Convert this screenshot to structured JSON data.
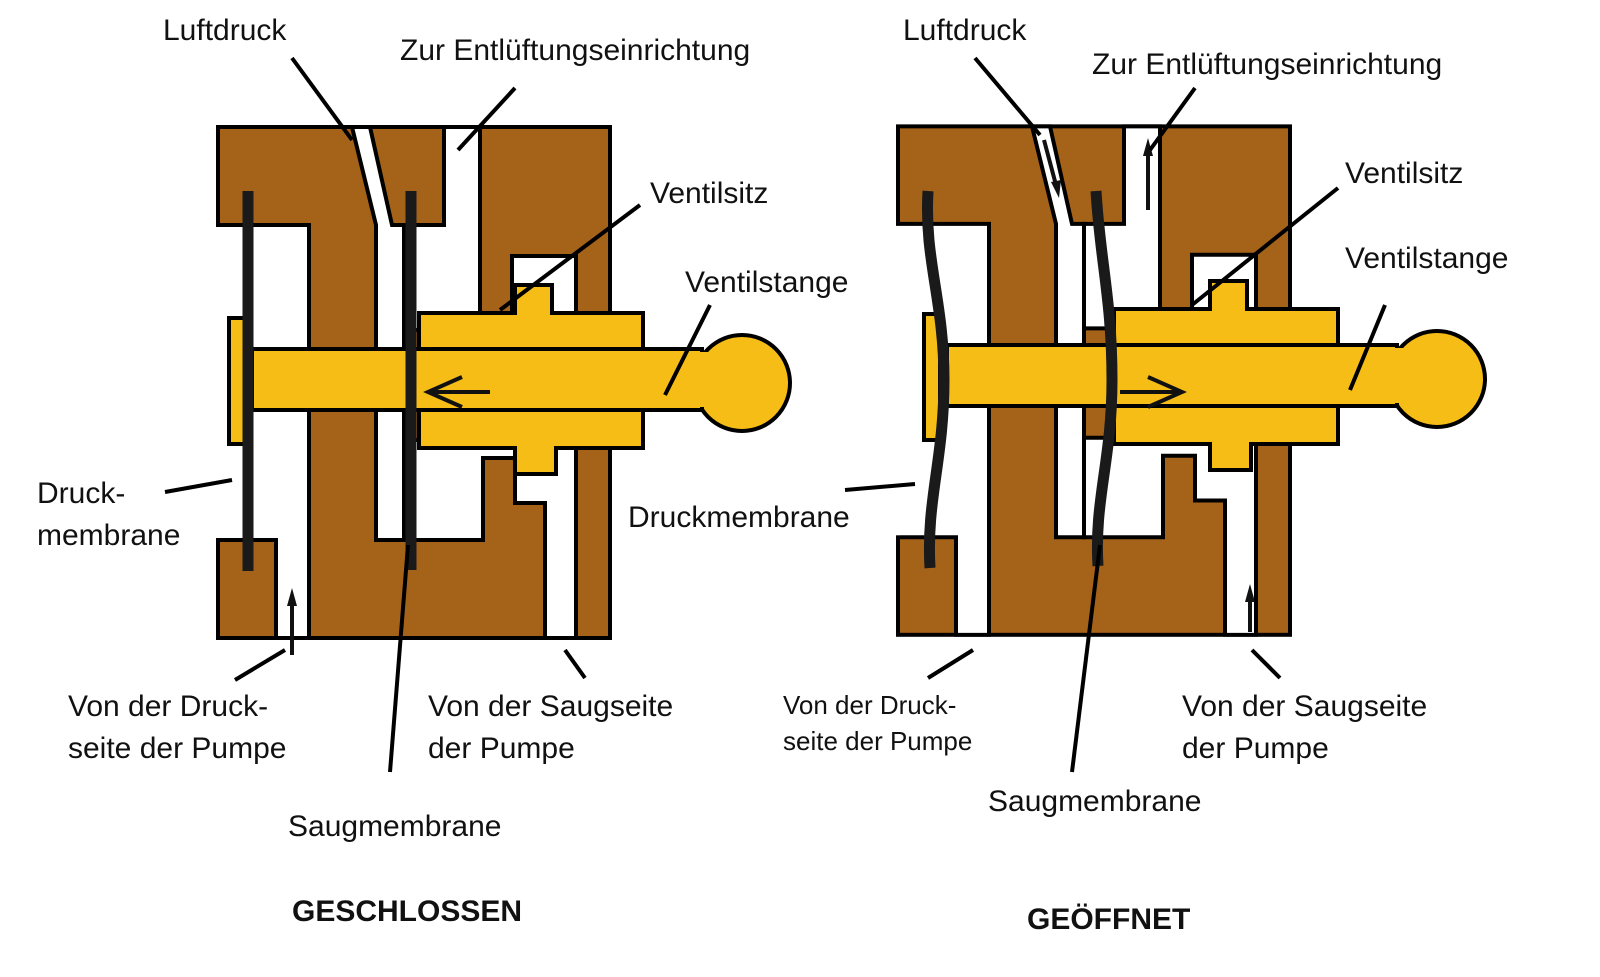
{
  "colors": {
    "housing": "#a5631a",
    "valve": "#f7bd17",
    "membrane": "#1a1a1a"
  },
  "closed": {
    "title": "GESCHLOSSEN",
    "labels": {
      "luftdruck": "Luftdruck",
      "entlueftung": "Zur Entlüftungseinrichtung",
      "ventilsitz": "Ventilsitz",
      "ventilstange": "Ventilstange",
      "druckmembrane_1": "Druck-",
      "druckmembrane_2": "membrane",
      "druckseite_1": "Von der Druck-",
      "druckseite_2": "seite der Pumpe",
      "saugseite_1": "Von der Saugseite",
      "saugseite_2": "der Pumpe",
      "saugmembrane": "Saugmembrane"
    }
  },
  "open": {
    "title": "GEÖFFNET",
    "labels": {
      "luftdruck": "Luftdruck",
      "entlueftung": "Zur Entlüftungseinrichtung",
      "ventilsitz": "Ventilsitz",
      "ventilstange": "Ventilstange",
      "druckmembrane": "Druckmembrane",
      "druckseite_1": "Von der Druck-",
      "druckseite_2": "seite der Pumpe",
      "saugseite_1": "Von der Saugseite",
      "saugseite_2": "der Pumpe",
      "saugmembrane": "Saugmembrane"
    }
  }
}
